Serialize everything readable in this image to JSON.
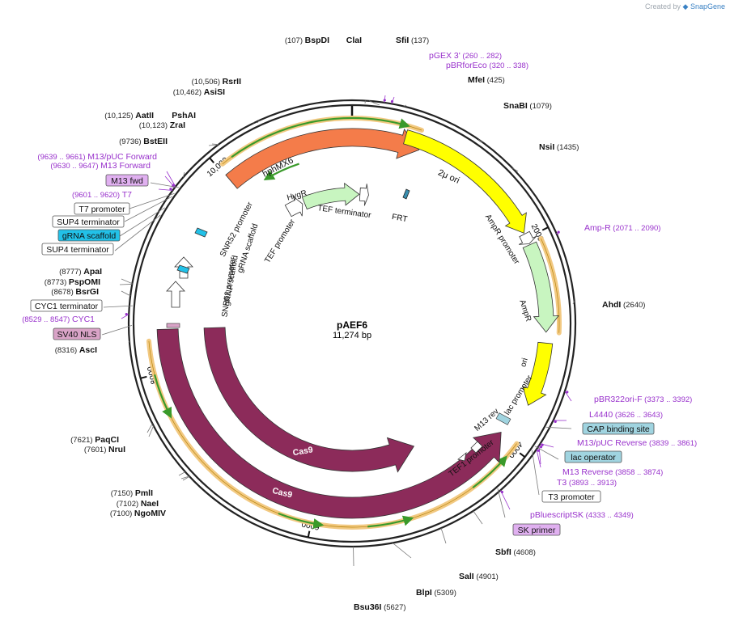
{
  "credit": {
    "prefix": "Created by",
    "brand": "SnapGene"
  },
  "plasmid": {
    "name": "pAEF6",
    "length_label": "11,274 bp",
    "length": 11274
  },
  "colors": {
    "backbone": "#222222",
    "cas9": "#8c2b5a",
    "hph": "#f47c4a",
    "yellow": "#ffff00",
    "green_feature": "#c8f5c0",
    "gray_arrow": "#ffffff",
    "translation_band": "#f2c982",
    "orf_arrow": "#3a9a2a",
    "primer_purple": "#9932cc",
    "site_line": "#777777",
    "gRNA_cyan": "#22c1e8",
    "sv40_pink": "#d9a3c7",
    "m13_pink": "#e0b0f0",
    "cap_blue": "#a0d4e0"
  },
  "ticks": [
    {
      "label": "2000",
      "bp": 2000
    },
    {
      "label": "4000",
      "bp": 4000
    },
    {
      "label": "6000",
      "bp": 6000
    },
    {
      "label": "8000",
      "bp": 8000
    },
    {
      "label": "10,000",
      "bp": 10000
    }
  ],
  "features": [
    {
      "id": "hph",
      "label": "hphMX6",
      "start": 10010,
      "end": 660,
      "strand": 1,
      "color": "#f47c4a",
      "ring": 230,
      "w": 22
    },
    {
      "id": "2u",
      "label": "2μ ori",
      "start": 500,
      "end": 1950,
      "strand": 1,
      "color": "#ffff00",
      "ring": 240,
      "w": 18
    },
    {
      "id": "ampp",
      "label": "AmpR promoter",
      "start": 1960,
      "end": 2060,
      "strand": 1,
      "color": "#ffffff",
      "ring": 240,
      "w": 14
    },
    {
      "id": "ampr",
      "label": "AmpR",
      "start": 2070,
      "end": 2900,
      "strand": 1,
      "color": "#c8f5c0",
      "ring": 240,
      "w": 18
    },
    {
      "id": "ori",
      "label": "ori",
      "start": 3000,
      "end": 3600,
      "strand": 1,
      "color": "#ffff00",
      "ring": 240,
      "w": 18
    },
    {
      "id": "cas9a",
      "label": "Cas9",
      "start": 3950,
      "end": 8400,
      "strand": -1,
      "color": "#8c2b5a",
      "ring": 228,
      "w": 26
    },
    {
      "id": "cas9b",
      "label": "Cas9",
      "start": 4800,
      "end": 8400,
      "strand": -1,
      "color": "#8c2b5a",
      "ring": 170,
      "w": 26
    },
    {
      "id": "hygr",
      "label": "HygR",
      "start": 10600,
      "end": 100,
      "strand": 1,
      "color": "#c8f5c0",
      "ring": 160,
      "w": 16
    },
    {
      "id": "tefp",
      "label": "TEF promoter",
      "start": 10350,
      "end": 10570,
      "strand": 1,
      "color": "#ffffff",
      "ring": 160,
      "w": 16
    },
    {
      "id": "teft",
      "label": "TEF terminator",
      "start": 110,
      "end": 230,
      "strand": 1,
      "color": "#ffffff",
      "ring": 160,
      "w": 16
    }
  ],
  "feature_labels": {
    "hph": "hphMX6",
    "twou": "2μ ori",
    "ampp": "AmpR promoter",
    "ampr": "AmpR",
    "ori": "ori",
    "cas9_outer": "Cas9",
    "cas9_inner": "Cas9",
    "hygr": "HygR",
    "tefp": "TEF promoter",
    "teft": "TEF terminator",
    "frt": "FRT",
    "snr52_upper": "SNR52 promoter",
    "grna_upper": "gRNA scaffold",
    "snr52_lower": "SNR52 promoter",
    "grna_lower": "gRNA scaffold",
    "tef1p": "TEF1 promoter",
    "m13rev": "M13 rev",
    "lacp": "lac promoter"
  },
  "sites_left": [
    {
      "name": "ApaI",
      "pos": "(8777)"
    },
    {
      "name": "PspOMI",
      "pos": "(8773)"
    },
    {
      "name": "BsrGI",
      "pos": "(8678)"
    },
    {
      "name": "AscI",
      "pos": "(8316)"
    },
    {
      "name": "PaqCI",
      "pos": "(7621)"
    },
    {
      "name": "NruI",
      "pos": "(7601)"
    },
    {
      "name": "PmlI",
      "pos": "(7150)"
    },
    {
      "name": "NaeI",
      "pos": "(7102)"
    },
    {
      "name": "NgoMIV",
      "pos": "(7100)"
    },
    {
      "name": "BstEII",
      "pos": "(9736)"
    },
    {
      "name": "AatII",
      "pos": "(10,125)"
    },
    {
      "name": "PshAI",
      "pos": ""
    },
    {
      "name": "ZraI",
      "pos": "(10,123)"
    },
    {
      "name": "RsrII",
      "pos": "(10,506)"
    },
    {
      "name": "AsiSI",
      "pos": "(10,462)"
    },
    {
      "name": "BspDI",
      "pos": "(107)"
    },
    {
      "name": "ClaI",
      "pos": ""
    }
  ],
  "sites_right": [
    {
      "name": "SfiI",
      "pos": "(137)"
    },
    {
      "name": "MfeI",
      "pos": "(425)"
    },
    {
      "name": "SnaBI",
      "pos": "(1079)"
    },
    {
      "name": "NsiI",
      "pos": "(1435)"
    },
    {
      "name": "AhdI",
      "pos": "(2640)"
    },
    {
      "name": "SbfI",
      "pos": "(4608)"
    },
    {
      "name": "SalI",
      "pos": "(4901)"
    },
    {
      "name": "BlpI",
      "pos": "(5309)"
    },
    {
      "name": "Bsu36I",
      "pos": "(5627)"
    }
  ],
  "primers": [
    {
      "name": "pGEX 3'",
      "pos": "(260 .. 282)"
    },
    {
      "name": "pBRforEco",
      "pos": "(320 .. 338)"
    },
    {
      "name": "Amp-R",
      "pos": "(2071 .. 2090)"
    },
    {
      "name": "pBR322ori-F",
      "pos": "(3373 .. 3392)"
    },
    {
      "name": "L4440",
      "pos": "(3626 .. 3643)"
    },
    {
      "name": "M13/pUC Reverse",
      "pos": "(3839 .. 3861)"
    },
    {
      "name": "M13 Reverse",
      "pos": "(3858 .. 3874)"
    },
    {
      "name": "T3",
      "pos": "(3893 .. 3913)"
    },
    {
      "name": "pBluescriptSK",
      "pos": "(4333 .. 4349)"
    },
    {
      "name": "M13/pUC Forward",
      "pos": "(9639 .. 9661)"
    },
    {
      "name": "M13 Forward",
      "pos": "(9630 .. 9647)"
    },
    {
      "name": "T7",
      "pos": "(9601 .. 9620)"
    },
    {
      "name": "CYC1",
      "pos": "(8529 .. 8547)"
    }
  ],
  "boxed": {
    "cap": "CAP binding site",
    "lacop": "lac operator",
    "t3p": "T3 promoter",
    "skprimer": "SK primer",
    "m13fwd": "M13 fwd",
    "t7p": "T7 promoter",
    "sup4a": "SUP4 terminator",
    "grna": "gRNA scaffold",
    "sup4b": "SUP4 terminator",
    "cyc1t": "CYC1 terminator",
    "sv40": "SV40 NLS"
  }
}
